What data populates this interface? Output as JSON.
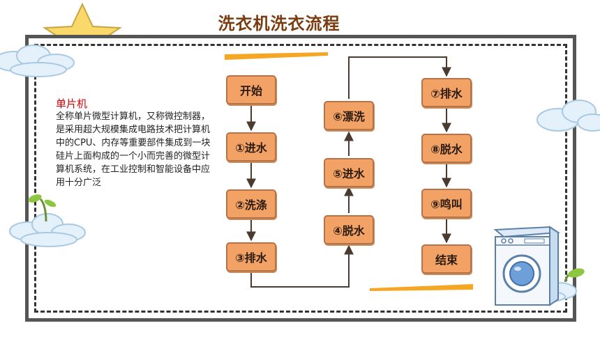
{
  "title": "洗衣机洗衣流程",
  "description": {
    "heading": "单片机",
    "body": "全称单片微型计算机，又称微控制器，是采用超大规模集成电路技术把计算机中的CPU、内存等重要部件集成到一块硅片上面构成的一个小而完善的微型计算机系统，在工业控制和智能设备中应用十分广泛"
  },
  "flowchart": {
    "column1": [
      "开始",
      "①进水",
      "②洗涤",
      "③排水"
    ],
    "column2": [
      "④脱水",
      "⑤进水",
      "⑥漂洗"
    ],
    "column3": [
      "⑦排水",
      "⑧脱水",
      "⑨鸣叫",
      "结束"
    ]
  },
  "colors": {
    "box_fill": "#f2a264",
    "box_border": "#b5734a",
    "title": "#7a3b0e",
    "heading": "#d40000",
    "accent_stripe": "#f5a623"
  },
  "decorations": [
    "star-icon",
    "cloud-icon",
    "plant-sprout-icon",
    "washing-machine-icon"
  ]
}
